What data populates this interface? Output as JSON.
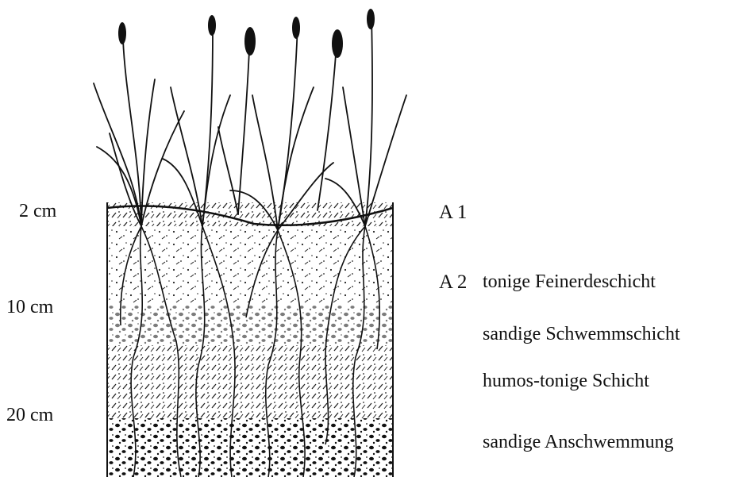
{
  "depth_labels": [
    "2 cm",
    "10 cm",
    "20 cm"
  ],
  "horizon_labels": [
    "A 1",
    "A 2"
  ],
  "layer_descriptions": [
    "tonige Feinerdeschicht",
    "sandige Schwemmschicht",
    "humos-tonige Schicht",
    "sandige Anschwemmung"
  ],
  "colors": {
    "ink": "#111111",
    "paper": "#ffffff"
  }
}
